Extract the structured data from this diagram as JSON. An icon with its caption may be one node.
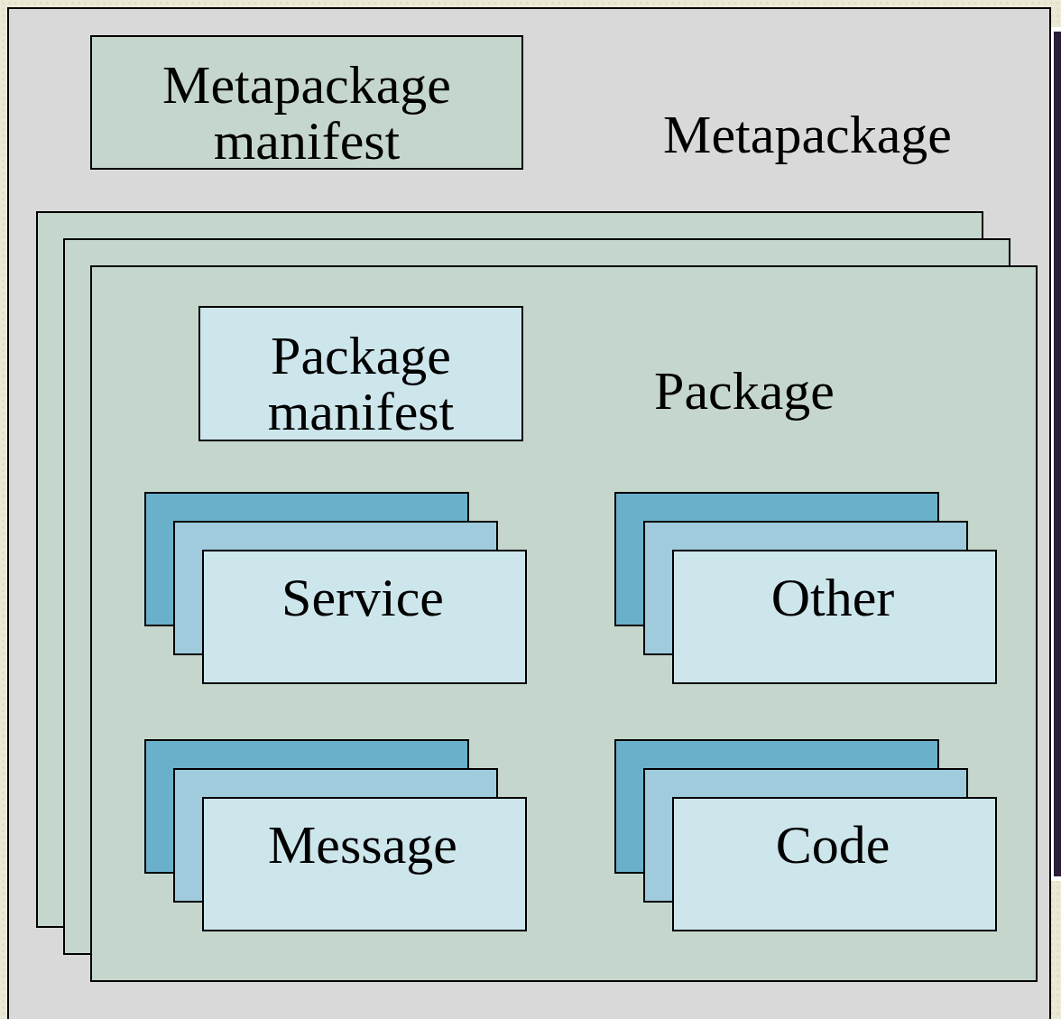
{
  "diagram": {
    "nodes": [
      {
        "text": [
          "Metapackage"
        ]
      },
      {
        "text": [
          "Metapackage manifest"
        ],
        "in": 0
      },
      {
        "text": [
          "Package"
        ],
        "in": 0
      },
      {
        "text": [
          "Package manifest"
        ],
        "in": 2
      },
      {
        "text": [
          "Service"
        ],
        "in": 2
      },
      {
        "text": [
          "Other"
        ],
        "in": 2
      },
      {
        "text": [
          "Message"
        ],
        "in": 2
      },
      {
        "text": [
          "Code"
        ],
        "in": 2
      }
    ]
  }
}
